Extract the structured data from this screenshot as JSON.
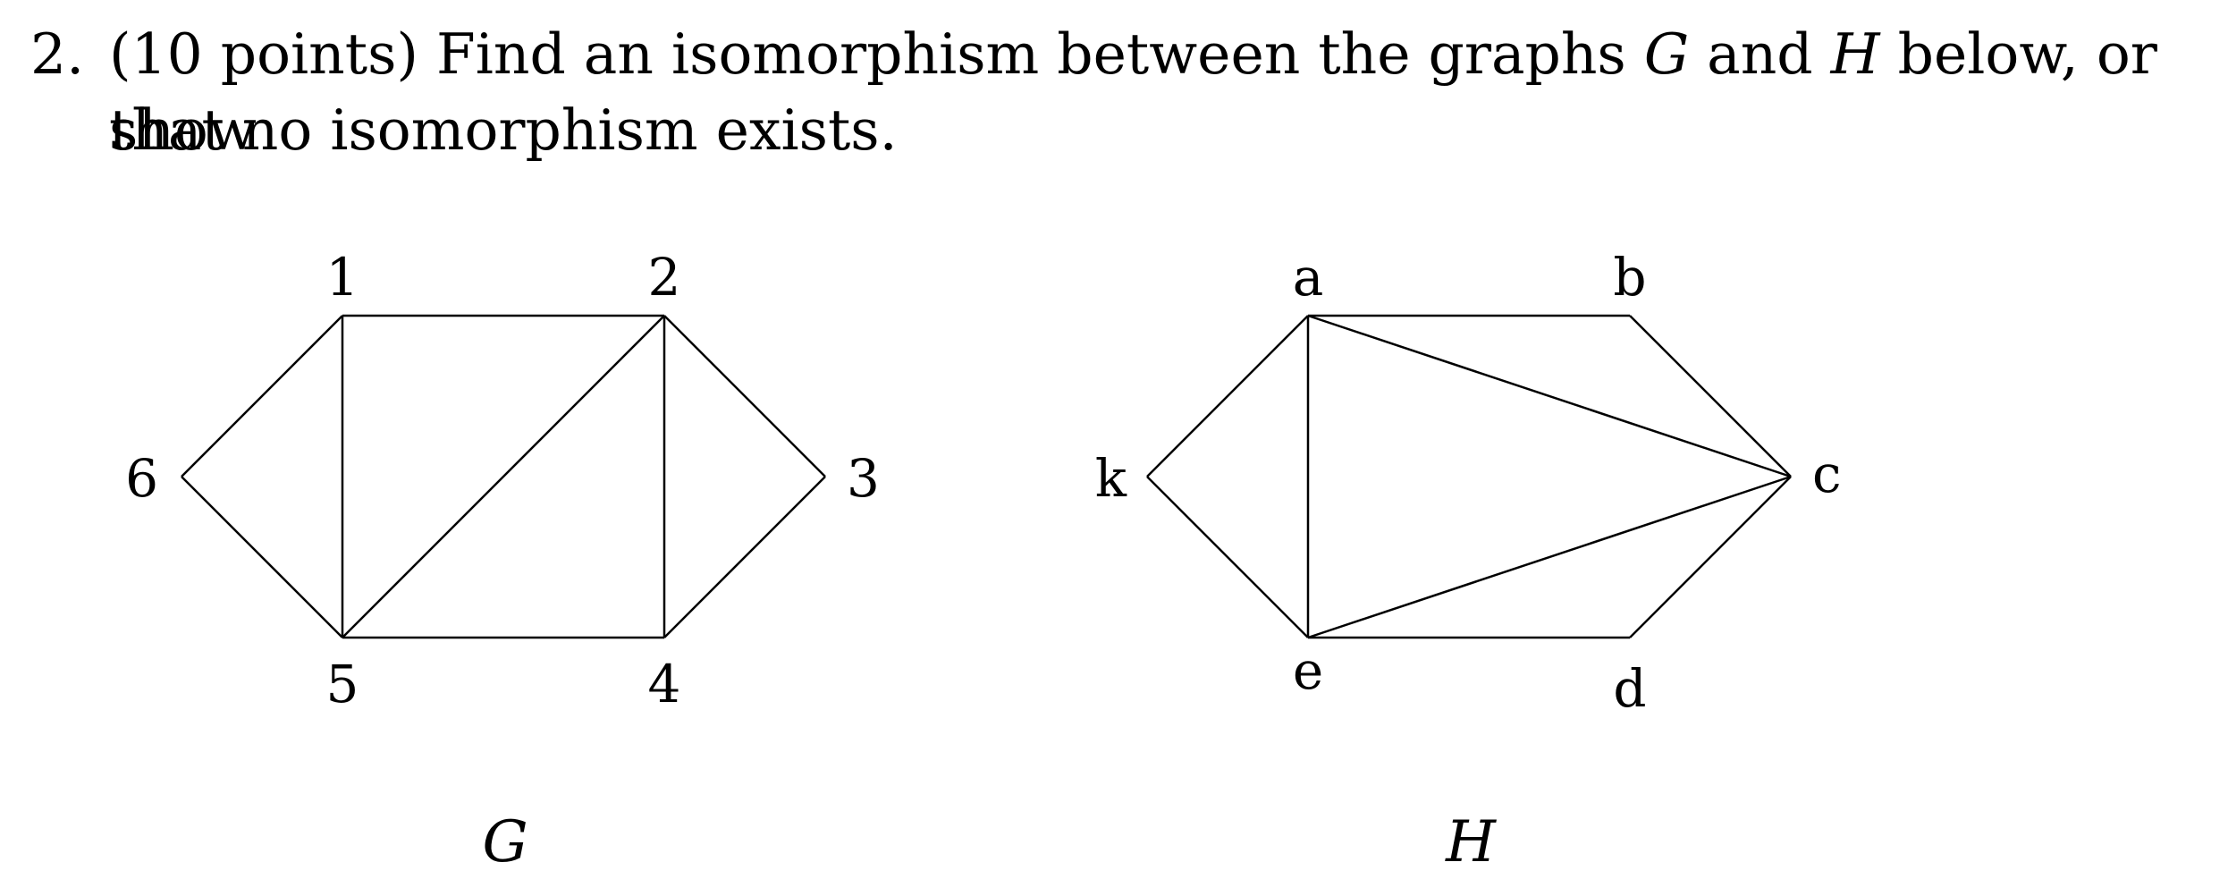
{
  "problem": {
    "number": "2.",
    "points": "(10 points)",
    "text_before_G": "Find an isomorphism between the graphs",
    "G": "G",
    "and": "and",
    "H": "H",
    "text_after_H": "below, or show",
    "line2": "that no isomorphism exists."
  },
  "graph_G": {
    "caption": "G",
    "vertices": [
      "1",
      "2",
      "3",
      "4",
      "5",
      "6"
    ],
    "edges": [
      [
        "1",
        "2"
      ],
      [
        "1",
        "6"
      ],
      [
        "1",
        "5"
      ],
      [
        "2",
        "5"
      ],
      [
        "2",
        "4"
      ],
      [
        "2",
        "3"
      ],
      [
        "3",
        "4"
      ],
      [
        "4",
        "5"
      ],
      [
        "5",
        "6"
      ]
    ]
  },
  "graph_H": {
    "caption": "H",
    "vertices": [
      "a",
      "b",
      "c",
      "d",
      "e",
      "k"
    ],
    "edges": [
      [
        "a",
        "b"
      ],
      [
        "a",
        "k"
      ],
      [
        "a",
        "e"
      ],
      [
        "a",
        "c"
      ],
      [
        "b",
        "c"
      ],
      [
        "c",
        "d"
      ],
      [
        "c",
        "e"
      ],
      [
        "d",
        "e"
      ],
      [
        "e",
        "k"
      ]
    ]
  }
}
